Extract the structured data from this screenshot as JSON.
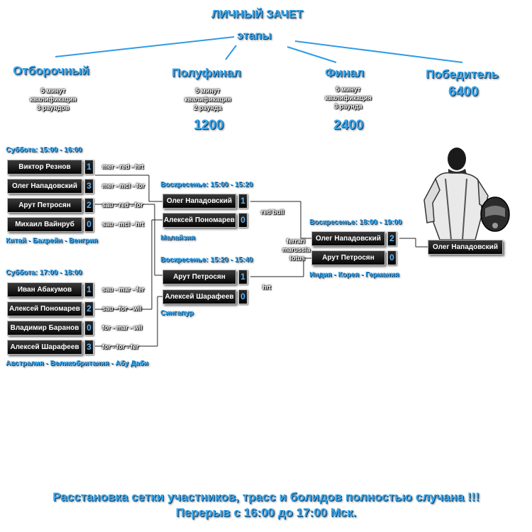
{
  "header": {
    "title": "ЛИЧНЫЙ ЗАЧЕТ",
    "subtitle": "этапы"
  },
  "stages": {
    "qual": {
      "name": "Отборочный",
      "note": [
        "5 минут",
        "квалификация",
        "3 раундов"
      ]
    },
    "semi": {
      "name": "Полуфинал",
      "note": [
        "5 минут",
        "квалификация",
        "2 раунда"
      ],
      "points": "1200"
    },
    "final": {
      "name": "Финал",
      "note": [
        "5 минут",
        "квалификация",
        "3 раунда"
      ],
      "points": "2400"
    },
    "winner": {
      "name": "Победитель",
      "points": "6400"
    }
  },
  "groups": {
    "g1": {
      "time": "Суббота: 15:00 - 16:00",
      "tracks": "Китай - Бахрейн - Венгрия",
      "rows": [
        {
          "name": "Виктор Резнов",
          "score": "1",
          "cars": "mer - red - hrt"
        },
        {
          "name": "Олег Нападовский",
          "score": "3",
          "cars": "mer - mcl - for"
        },
        {
          "name": "Арут Петросян",
          "score": "2",
          "cars": "sau - red - for"
        },
        {
          "name": "Михаил Вайнруб",
          "score": "0",
          "cars": "sau - mcl - hrt"
        }
      ]
    },
    "g2": {
      "time": "Суббота: 17:00 - 18:00",
      "tracks": "Австралия - Великобритания - Абу Даби",
      "rows": [
        {
          "name": "Иван Абакумов",
          "score": "1",
          "cars": "sau - mar - fer"
        },
        {
          "name": "Алексей Пономарев",
          "score": "2",
          "cars": "sau - for - wil"
        },
        {
          "name": "Владимир Баранов",
          "score": "0",
          "cars": "for - mar - wil"
        },
        {
          "name": "Алексей Шарафеев",
          "score": "3",
          "cars": "for - for - fer"
        }
      ]
    },
    "s1": {
      "time": "Воскресенье: 15:00 - 15:20",
      "tracks": "Малайзия",
      "cars": "red bull",
      "rows": [
        {
          "name": "Олег Нападовский",
          "score": "1"
        },
        {
          "name": "Алексей Пономарев",
          "score": "0"
        }
      ]
    },
    "s2": {
      "time": "Воскресенье: 15:20 - 15:40",
      "tracks": "Сингапур",
      "cars": "hrt",
      "rows": [
        {
          "name": "Арут Петросян",
          "score": "1"
        },
        {
          "name": "Алексей Шарафеев",
          "score": "0"
        }
      ]
    },
    "f": {
      "time": "Воскресенье: 18:00 - 19:00",
      "tracks": "Индия - Корея - Германия",
      "cars": [
        "ferrari",
        "marussia",
        "lotus"
      ],
      "rows": [
        {
          "name": "Олег Нападовский",
          "score": "2"
        },
        {
          "name": "Арут Петросян",
          "score": "0"
        }
      ]
    }
  },
  "winner": {
    "name": "Олег Нападовский"
  },
  "footer": {
    "line1": "Расстановка сетки участников, трасс и болидов полностью случана !!!",
    "line2": "Перерыв с 16:00 до 17:00 Мск."
  }
}
